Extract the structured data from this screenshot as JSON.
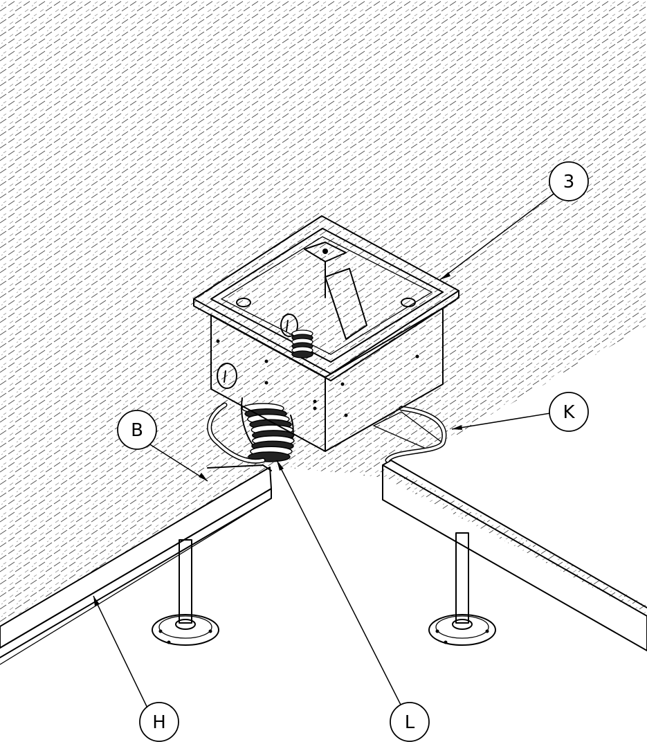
{
  "callouts": [
    {
      "id": "3",
      "label": "3",
      "target": "floor-box-flange"
    },
    {
      "id": "B",
      "label": "B",
      "target": "floor-panel-top-surface"
    },
    {
      "id": "K",
      "label": "K",
      "target": "cable-loop"
    },
    {
      "id": "H",
      "label": "H",
      "target": "floor-panel-edge"
    },
    {
      "id": "L",
      "label": "L",
      "target": "flexible-conduit"
    }
  ]
}
